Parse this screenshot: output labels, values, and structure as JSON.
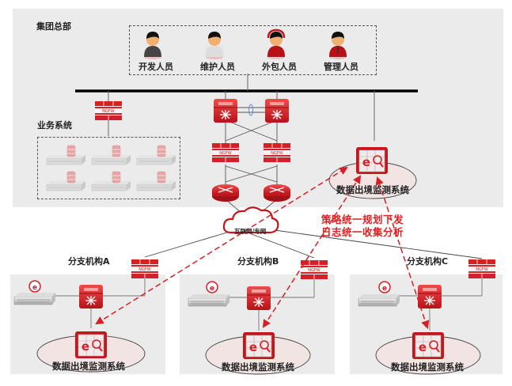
{
  "headquarters": {
    "title": "集团总部",
    "staff": [
      {
        "label": "开发人员",
        "icon": "developer-person-icon"
      },
      {
        "label": "维护人员",
        "icon": "maintenance-person-icon"
      },
      {
        "label": "外包人员",
        "icon": "outsourcing-person-icon"
      },
      {
        "label": "管理人员",
        "icon": "manager-person-icon"
      }
    ],
    "business_system_label": "业务系统",
    "monitor_label": "数据出境监测系统",
    "firewall_text": "NGFW"
  },
  "network": {
    "cloud_label": "互联网/专网"
  },
  "annotation": {
    "line1": "策略统一规划下发",
    "line2": "日志统一收集分析"
  },
  "branches": [
    {
      "title": "分支机构A",
      "monitor_label": "数据出境监测系统",
      "firewall_text": "NGFW"
    },
    {
      "title": "分支机构B",
      "monitor_label": "数据出境监测系统",
      "firewall_text": "NGFW"
    },
    {
      "title": "分支机构C",
      "monitor_label": "数据出境监测系统",
      "firewall_text": "NGFW"
    }
  ],
  "colors": {
    "accent_red": "#d42027",
    "annotation_red": "#e02020",
    "zone_gray": "#ebebeb"
  }
}
